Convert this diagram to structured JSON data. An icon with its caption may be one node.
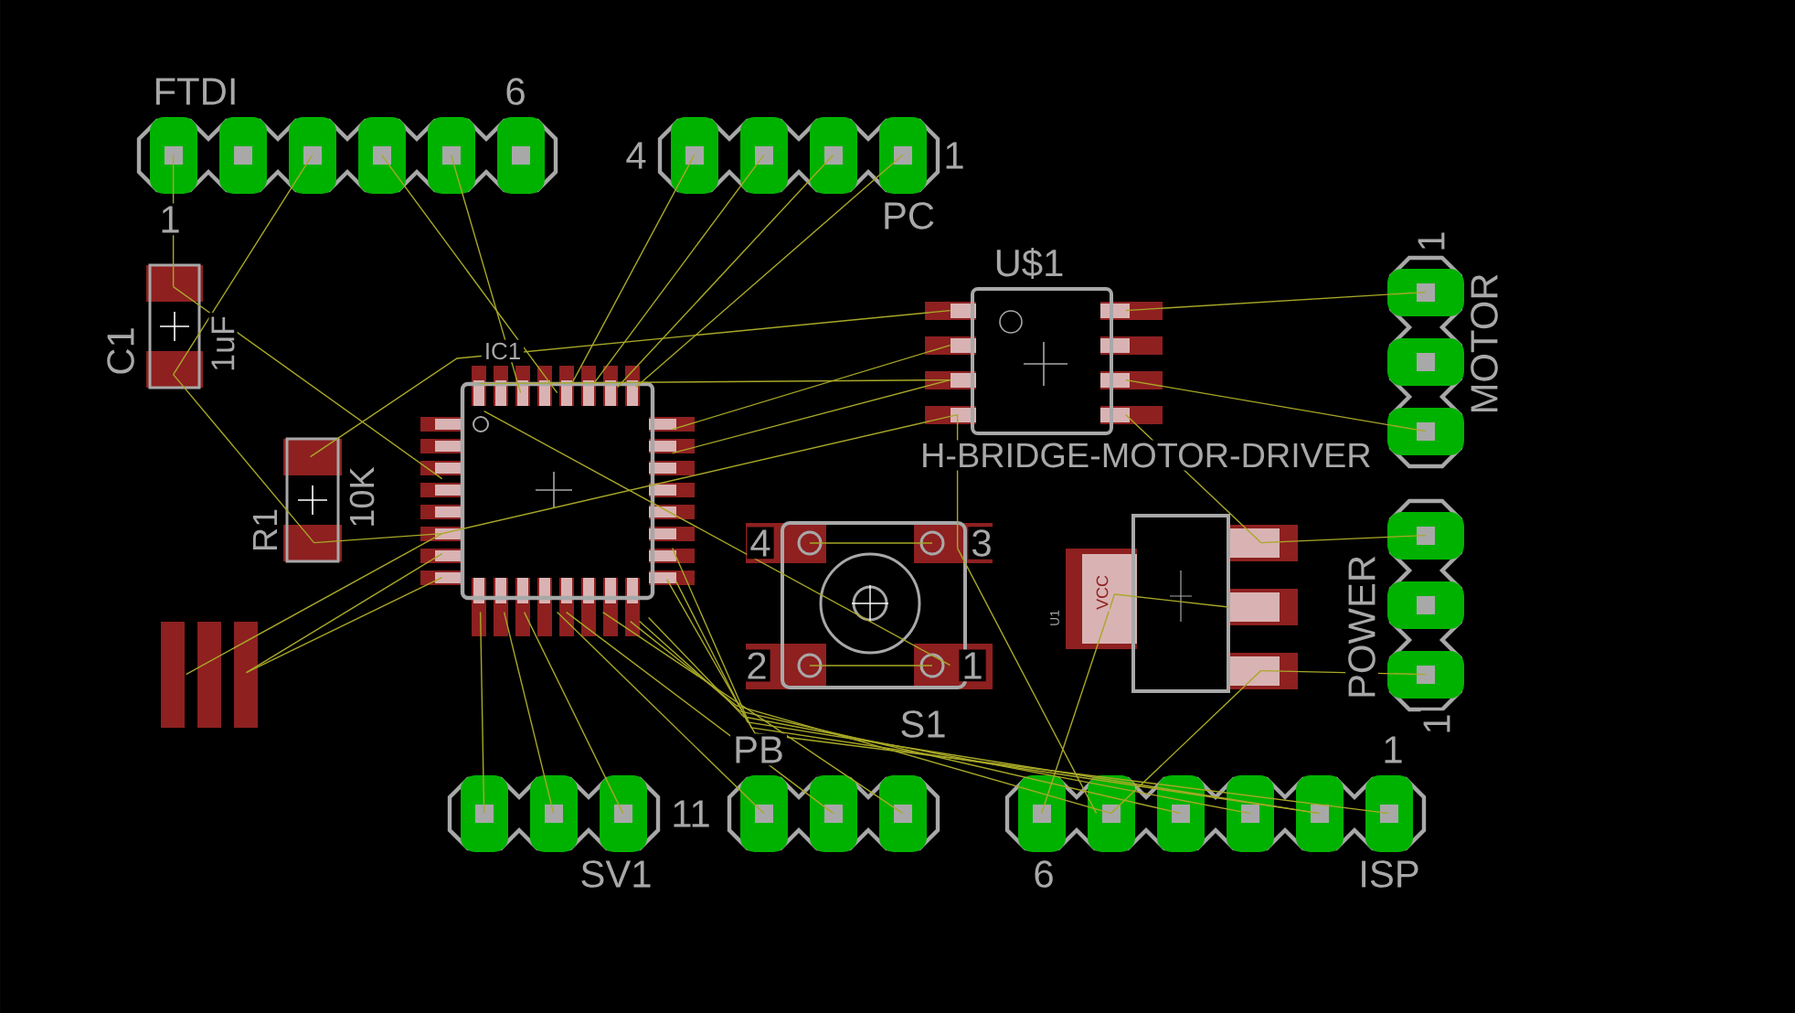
{
  "diagram": {
    "nodes": [
      {
        "text": [],
        "shape": "box"
      },
      {
        "text": [],
        "shape": "box"
      },
      {
        "text": [],
        "shape": "box"
      },
      {
        "text": [],
        "shape": "box"
      },
      {
        "text": [],
        "shape": "box"
      },
      {
        "text": [],
        "shape": "box"
      },
      {
        "text": [],
        "shape": "box"
      },
      {
        "text": [],
        "shape": "box"
      },
      {
        "text": [],
        "shape": "box"
      },
      {
        "text": [],
        "shape": "box"
      },
      {
        "text": [],
        "shape": "box"
      },
      {
        "text": [],
        "shape": "box"
      },
      {
        "text": [],
        "shape": "box"
      },
      {
        "text": [],
        "shape": "box"
      }
    ],
    "edges": [
      {
        "from": 0,
        "to": 2,
        "arrow": "none"
      },
      {
        "from": 2,
        "to": 3,
        "arrow": "none"
      },
      {
        "from": 0,
        "to": 2,
        "arrow": "none"
      },
      {
        "from": 2,
        "to": 6,
        "arrow": "none"
      },
      {
        "from": 6,
        "to": 3,
        "arrow": "none"
      },
      {
        "from": 0,
        "to": 3,
        "arrow": "none"
      },
      {
        "from": 0,
        "to": 3,
        "arrow": "none"
      },
      {
        "from": 1,
        "to": 3,
        "arrow": "none"
      },
      {
        "from": 1,
        "to": 3,
        "arrow": "none"
      },
      {
        "from": 1,
        "to": 3,
        "arrow": "none"
      },
      {
        "from": 1,
        "to": 3,
        "arrow": "none"
      },
      {
        "from": 6,
        "to": 4,
        "arrow": "none"
      },
      {
        "from": 3,
        "to": 4,
        "arrow": "none"
      },
      {
        "from": 3,
        "to": 4,
        "arrow": "none"
      },
      {
        "from": 3,
        "to": 4,
        "arrow": "none"
      },
      {
        "from": 3,
        "to": 4,
        "arrow": "none"
      },
      {
        "from": 10,
        "to": 3,
        "arrow": "none"
      },
      {
        "from": 10,
        "to": 3,
        "arrow": "none"
      },
      {
        "from": 10,
        "to": 3,
        "arrow": "none"
      },
      {
        "from": 3,
        "to": 11,
        "arrow": "none"
      },
      {
        "from": 3,
        "to": 11,
        "arrow": "none"
      },
      {
        "from": 3,
        "to": 11,
        "arrow": "none"
      },
      {
        "from": 3,
        "to": 12,
        "arrow": "none"
      },
      {
        "from": 3,
        "to": 12,
        "arrow": "none"
      },
      {
        "from": 3,
        "to": 12,
        "arrow": "none"
      },
      {
        "from": 3,
        "to": 13,
        "arrow": "none"
      },
      {
        "from": 3,
        "to": 13,
        "arrow": "none"
      },
      {
        "from": 3,
        "to": 13,
        "arrow": "none"
      },
      {
        "from": 3,
        "to": 13,
        "arrow": "none"
      },
      {
        "from": 3,
        "to": 13,
        "arrow": "none"
      },
      {
        "from": 3,
        "to": 13,
        "arrow": "none"
      },
      {
        "from": 3,
        "to": 7,
        "arrow": "none"
      },
      {
        "from": 4,
        "to": 5,
        "arrow": "none"
      },
      {
        "from": 4,
        "to": 5,
        "arrow": "none"
      },
      {
        "from": 4,
        "to": 8,
        "arrow": "none"
      },
      {
        "from": 8,
        "to": 9,
        "arrow": "none"
      },
      {
        "from": 8,
        "to": 9,
        "arrow": "none"
      },
      {
        "from": 8,
        "to": 13,
        "arrow": "none"
      },
      {
        "from": 8,
        "to": 13,
        "arrow": "none"
      },
      {
        "from": 4,
        "to": 7,
        "arrow": "none"
      },
      {
        "from": 7,
        "to": 13,
        "arrow": "none"
      }
    ],
    "labels": [
      "FTDI",
      "6",
      "4",
      "1",
      "1",
      "PC",
      "U$1",
      "1",
      "C1",
      "1uF",
      "MOTOR",
      "IC1",
      "H-BRIDGE-MOTOR-DRIVER",
      "R1",
      "10K",
      "4",
      "3",
      "POWER",
      "U1",
      "VCC",
      "2",
      "1",
      "1",
      "S1",
      "PB",
      "1",
      "11",
      "SV1",
      "6",
      "ISP"
    ]
  }
}
